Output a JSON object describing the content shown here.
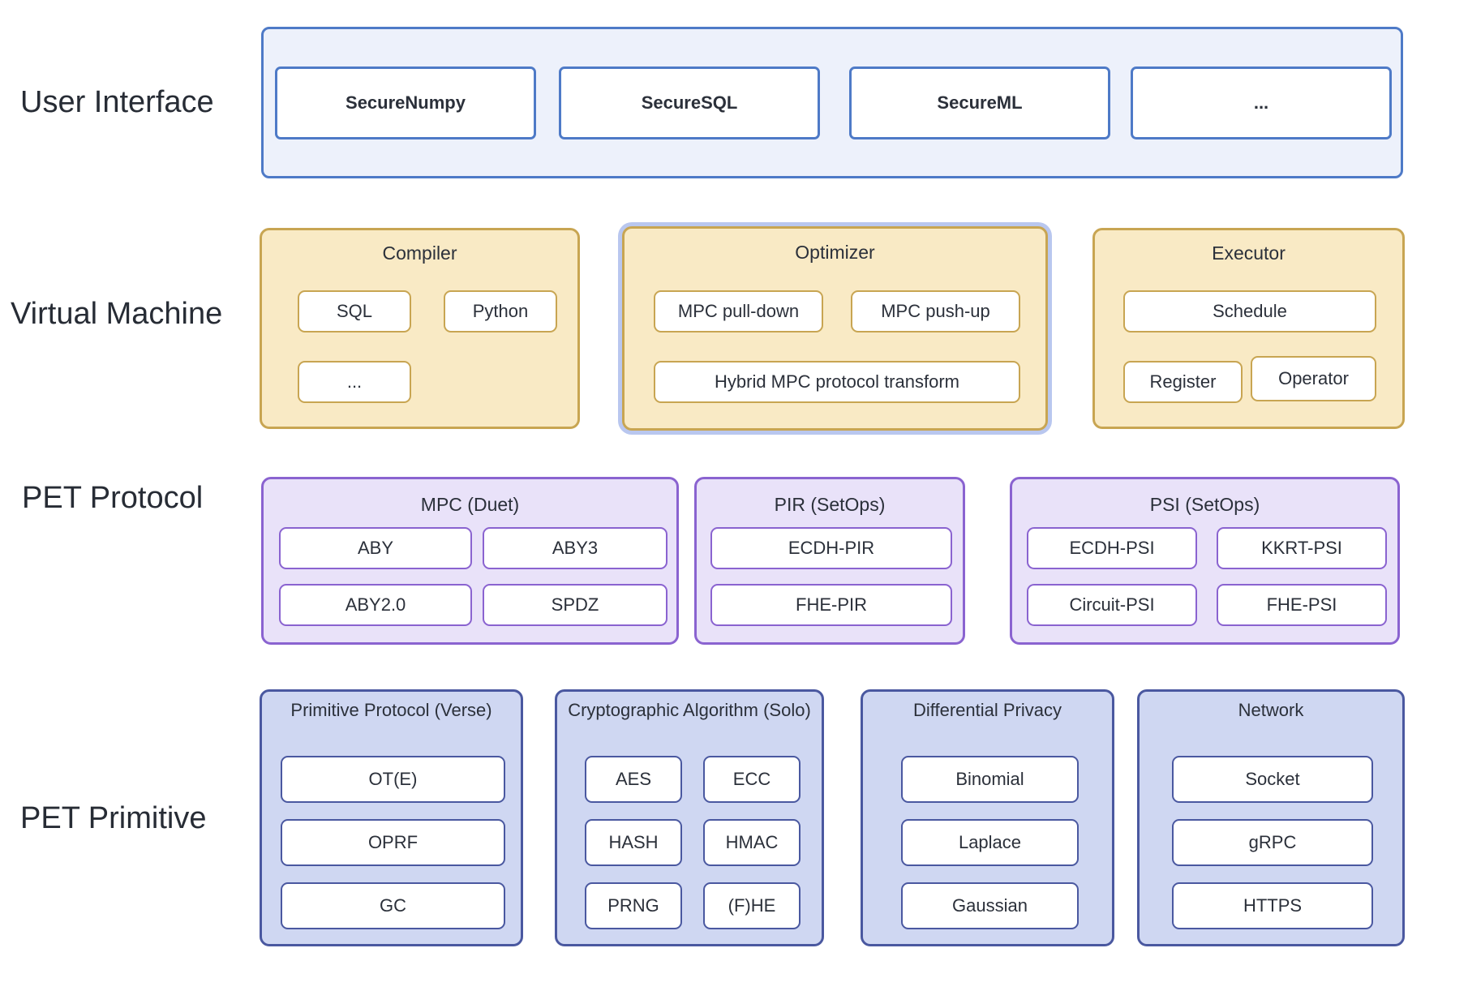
{
  "diagram": {
    "layers": {
      "ui": {
        "label": "User Interface",
        "items": [
          "SecureNumpy",
          "SecureSQL",
          "SecureML",
          "..."
        ]
      },
      "vm": {
        "label": "Virtual Machine",
        "compiler": {
          "title": "Compiler",
          "items": [
            "SQL",
            "Python",
            "..."
          ]
        },
        "optimizer": {
          "title": "Optimizer",
          "items": [
            "MPC pull-down",
            "MPC push-up",
            "Hybrid MPC protocol transform"
          ]
        },
        "executor": {
          "title": "Executor",
          "items": [
            "Schedule",
            "Register",
            "Operator"
          ]
        }
      },
      "protocol": {
        "label": "PET Protocol",
        "mpc": {
          "title": "MPC (Duet)",
          "items": [
            "ABY",
            "ABY3",
            "ABY2.0",
            "SPDZ"
          ]
        },
        "pir": {
          "title": "PIR (SetOps)",
          "items": [
            "ECDH-PIR",
            "FHE-PIR"
          ]
        },
        "psi": {
          "title": "PSI (SetOps)",
          "items": [
            "ECDH-PSI",
            "KKRT-PSI",
            "Circuit-PSI",
            "FHE-PSI"
          ]
        }
      },
      "primitive": {
        "label": "PET Primitive",
        "verse": {
          "title": "Primitive Protocol (Verse)",
          "items": [
            "OT(E)",
            "OPRF",
            "GC"
          ]
        },
        "solo": {
          "title": "Cryptographic Algorithm (Solo)",
          "items": [
            "AES",
            "ECC",
            "HASH",
            "HMAC",
            "PRNG",
            "(F)HE"
          ]
        },
        "dp": {
          "title": "Differential Privacy",
          "items": [
            "Binomial",
            "Laplace",
            "Gaussian"
          ]
        },
        "network": {
          "title": "Network",
          "items": [
            "Socket",
            "gRPC",
            "HTTPS"
          ]
        }
      }
    },
    "colors": {
      "ui_fill": "#edf1fb",
      "ui_border": "#4e7ac7",
      "vm_fill": "#f9eac5",
      "vm_border": "#c8a552",
      "optimizer_ring": "#b9c7ef",
      "protocol_fill": "#e9e2f9",
      "protocol_border": "#8a63d0",
      "primitive_fill": "#cfd7f2",
      "primitive_border": "#4a58a0",
      "text": "#2b303a"
    }
  }
}
